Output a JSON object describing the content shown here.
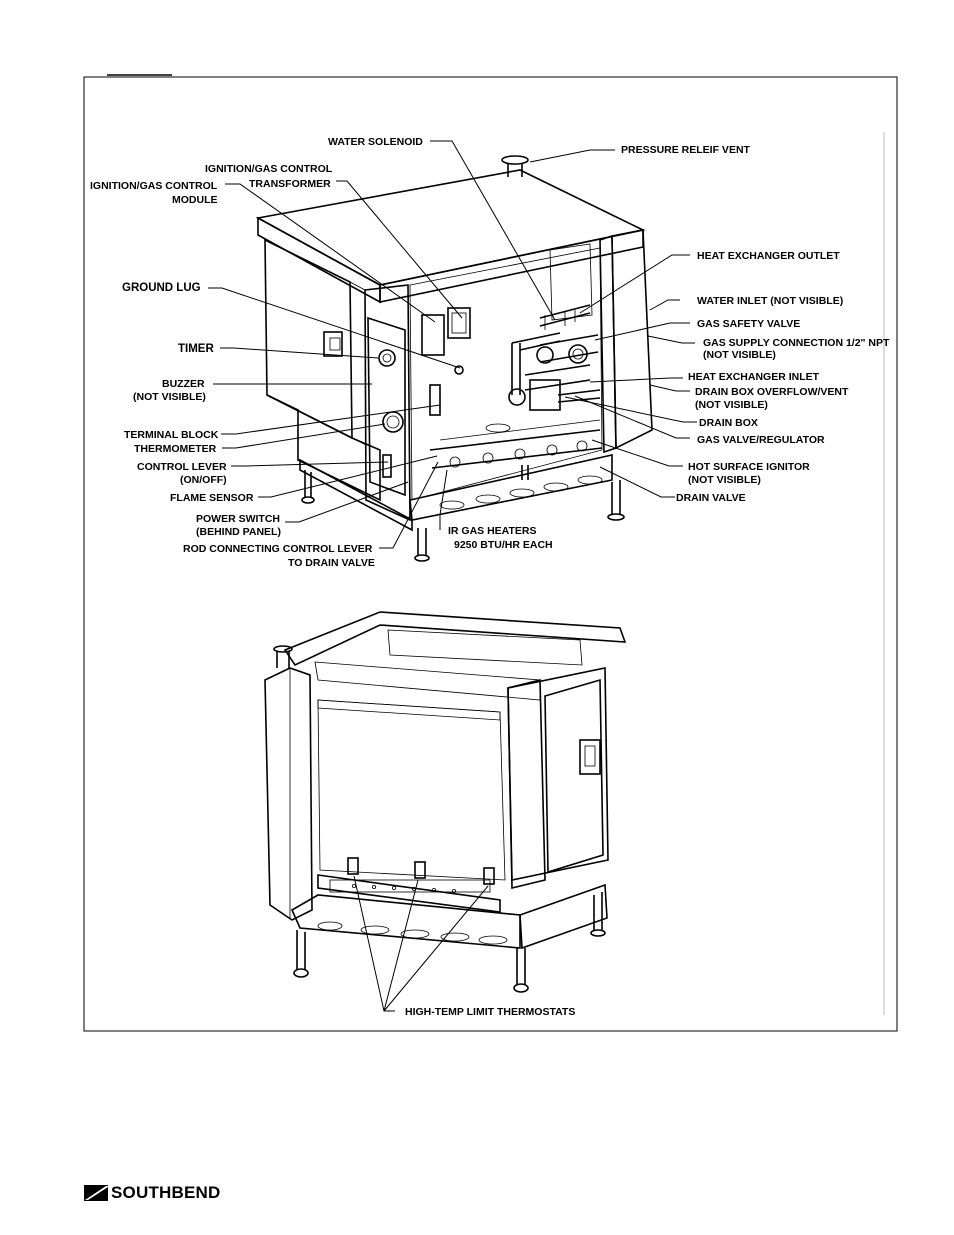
{
  "labels": {
    "water_solenoid": "WATER SOLENOID",
    "pressure_relief_vent": "PRESSURE RELEIF VENT",
    "ignition_gas_control_transformer_1": "IGNITION/GAS CONTROL",
    "ignition_gas_control_transformer_2": "TRANSFORMER",
    "ignition_gas_control_module_1": "IGNITION/GAS CONTROL",
    "ignition_gas_control_module_2": "MODULE",
    "heat_exchanger_outlet": "HEAT EXCHANGER OUTLET",
    "ground_lug": "GROUND LUG",
    "water_inlet": "WATER INLET (NOT VISIBLE)",
    "gas_safety_valve": "GAS SAFETY VALVE",
    "gas_supply_connection_1": "GAS SUPPLY CONNECTION 1/2\" NPT",
    "gas_supply_connection_2": "(NOT VISIBLE)",
    "timer": "TIMER",
    "heat_exchanger_inlet": "HEAT EXCHANGER INLET",
    "buzzer_1": "BUZZER",
    "buzzer_2": "(NOT VISIBLE)",
    "drain_box_overflow_1": "DRAIN BOX OVERFLOW/VENT",
    "drain_box_overflow_2": "(NOT VISIBLE)",
    "drain_box": "DRAIN BOX",
    "terminal_block": "TERMINAL BLOCK",
    "gas_valve_regulator": "GAS VALVE/REGULATOR",
    "thermometer": "THERMOMETER",
    "control_lever_1": "CONTROL LEVER",
    "control_lever_2": "(ON/OFF)",
    "hot_surface_ignitor": "HOT SURFACE IGNITOR",
    "hot_surface_ignitor_2": "(NOT VISIBLE)",
    "flame_sensor": "FLAME SENSOR",
    "drain_valve": "DRAIN VALVE",
    "power_switch_1": "POWER SWITCH",
    "power_switch_2": "(BEHIND PANEL)",
    "ir_gas_heaters_1": "IR GAS HEATERS",
    "ir_gas_heaters_2": "9250 BTU/HR EACH",
    "rod_connecting_1": "ROD CONNECTING CONTROL LEVER",
    "rod_connecting_2": "TO DRAIN VALVE",
    "high_temp_limit": "HIGH-TEMP LIMIT THERMOSTATS"
  },
  "footer": {
    "brand": "SOUTHBEND"
  }
}
